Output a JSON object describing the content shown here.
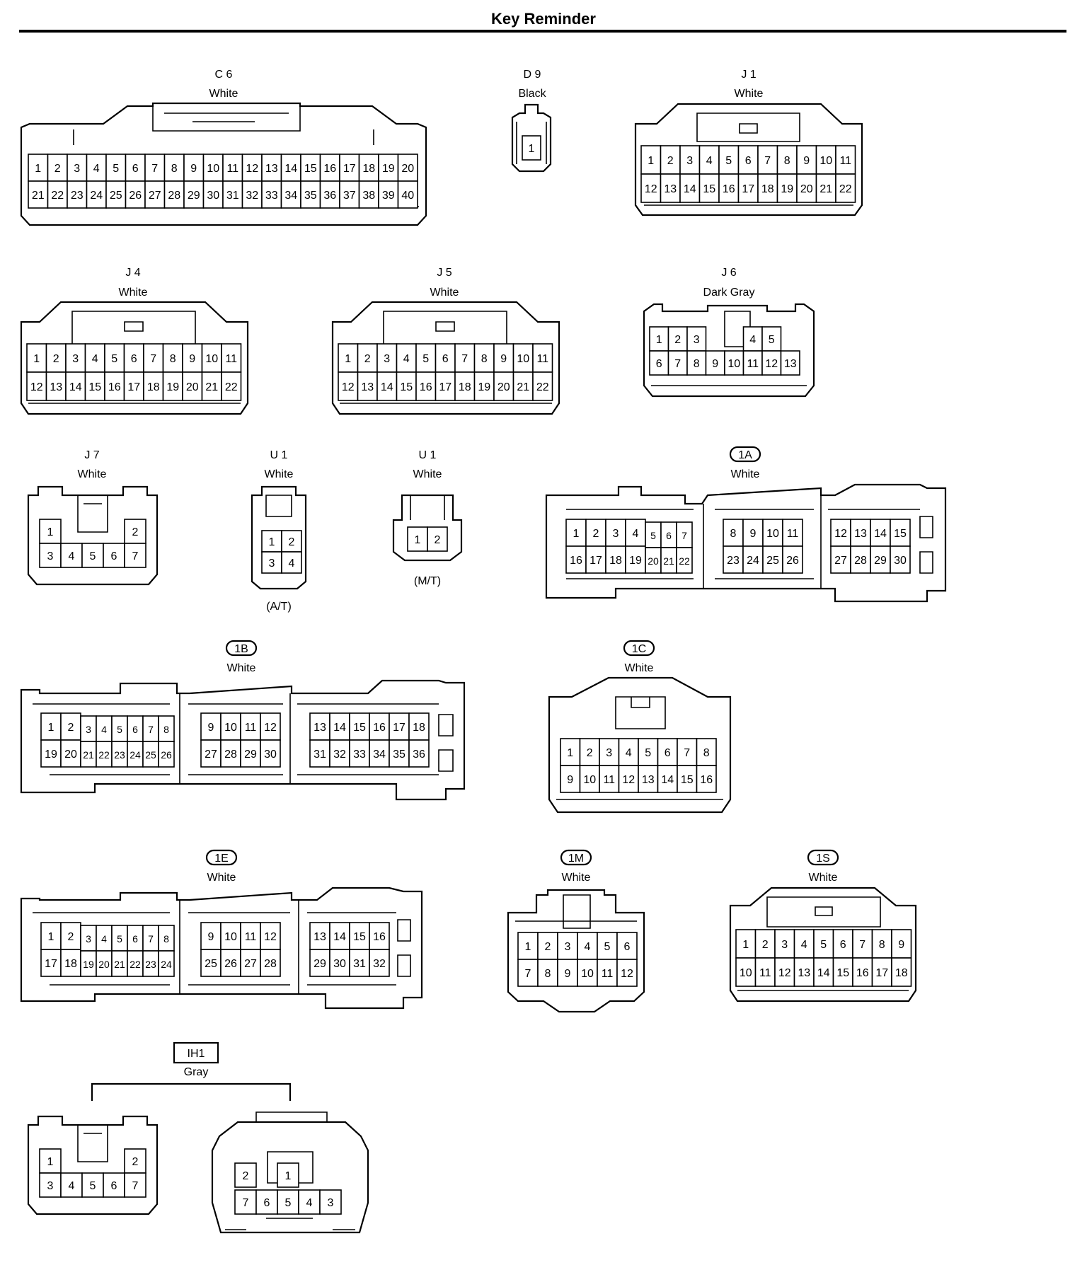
{
  "title": "Key Reminder",
  "connectors": {
    "c6": {
      "code": "C 6",
      "color": "White"
    },
    "d9": {
      "code": "D 9",
      "color": "Black"
    },
    "j1": {
      "code": "J 1",
      "color": "White"
    },
    "j4": {
      "code": "J 4",
      "color": "White"
    },
    "j5": {
      "code": "J 5",
      "color": "White"
    },
    "j6": {
      "code": "J 6",
      "color": "Dark Gray"
    },
    "j7": {
      "code": "J 7",
      "color": "White"
    },
    "u1at": {
      "code": "U 1",
      "color": "White",
      "note": "(A/T)"
    },
    "u1mt": {
      "code": "U 1",
      "color": "White",
      "note": "(M/T)"
    },
    "c1a": {
      "code": "1A",
      "color": "White"
    },
    "c1b": {
      "code": "1B",
      "color": "White"
    },
    "c1c": {
      "code": "1C",
      "color": "White"
    },
    "c1e": {
      "code": "1E",
      "color": "White"
    },
    "c1m": {
      "code": "1M",
      "color": "White"
    },
    "c1s": {
      "code": "1S",
      "color": "White"
    },
    "ih1": {
      "code": "IH1",
      "color": "Gray"
    }
  },
  "pins": {
    "c6": [
      [
        "1",
        "2",
        "3",
        "4",
        "5",
        "6",
        "7",
        "8",
        "9",
        "10",
        "11",
        "12",
        "13",
        "14",
        "15",
        "16",
        "17",
        "18",
        "19",
        "20"
      ],
      [
        "21",
        "22",
        "23",
        "24",
        "25",
        "26",
        "27",
        "28",
        "29",
        "30",
        "31",
        "32",
        "33",
        "34",
        "35",
        "36",
        "37",
        "38",
        "39",
        "40"
      ]
    ],
    "d9": [
      [
        "1"
      ]
    ],
    "j1": [
      [
        "1",
        "2",
        "3",
        "4",
        "5",
        "6",
        "7",
        "8",
        "9",
        "10",
        "11"
      ],
      [
        "12",
        "13",
        "14",
        "15",
        "16",
        "17",
        "18",
        "19",
        "20",
        "21",
        "22"
      ]
    ],
    "j4": [
      [
        "1",
        "2",
        "3",
        "4",
        "5",
        "6",
        "7",
        "8",
        "9",
        "10",
        "11"
      ],
      [
        "12",
        "13",
        "14",
        "15",
        "16",
        "17",
        "18",
        "19",
        "20",
        "21",
        "22"
      ]
    ],
    "j5": [
      [
        "1",
        "2",
        "3",
        "4",
        "5",
        "6",
        "7",
        "8",
        "9",
        "10",
        "11"
      ],
      [
        "12",
        "13",
        "14",
        "15",
        "16",
        "17",
        "18",
        "19",
        "20",
        "21",
        "22"
      ]
    ],
    "j6": [
      [
        "1",
        "2",
        "3",
        "",
        "",
        "4",
        "5"
      ],
      [
        "6",
        "7",
        "8",
        "9",
        "10",
        "11",
        "12",
        "13"
      ]
    ],
    "j7": [
      [
        "1",
        "",
        "",
        "",
        "2"
      ],
      [
        "3",
        "4",
        "5",
        "6",
        "7"
      ]
    ],
    "u1at": [
      [
        "1",
        "2"
      ],
      [
        "3",
        "4"
      ]
    ],
    "u1mt": [
      [
        "1",
        "2"
      ]
    ],
    "c1a": {
      "g1": [
        [
          "1",
          "2",
          "3",
          "4"
        ],
        [
          "16",
          "17",
          "18",
          "19"
        ]
      ],
      "g1b": [
        [
          "5",
          "6",
          "7"
        ],
        [
          "20",
          "21",
          "22"
        ]
      ],
      "g2": [
        [
          "8",
          "9",
          "10",
          "11"
        ],
        [
          "23",
          "24",
          "25",
          "26"
        ]
      ],
      "g3": [
        [
          "12",
          "13",
          "14",
          "15"
        ],
        [
          "27",
          "28",
          "29",
          "30"
        ]
      ]
    },
    "c1b": {
      "g1": [
        [
          "1",
          "2"
        ],
        [
          "19",
          "20"
        ]
      ],
      "g1b": [
        [
          "3",
          "4",
          "5",
          "6",
          "7",
          "8"
        ],
        [
          "21",
          "22",
          "23",
          "24",
          "25",
          "26"
        ]
      ],
      "g2": [
        [
          "9",
          "10",
          "11",
          "12"
        ],
        [
          "27",
          "28",
          "29",
          "30"
        ]
      ],
      "g3": [
        [
          "13",
          "14",
          "15",
          "16",
          "17",
          "18"
        ],
        [
          "31",
          "32",
          "33",
          "34",
          "35",
          "36"
        ]
      ]
    },
    "c1c": [
      [
        "1",
        "2",
        "3",
        "4",
        "5",
        "6",
        "7",
        "8"
      ],
      [
        "9",
        "10",
        "11",
        "12",
        "13",
        "14",
        "15",
        "16"
      ]
    ],
    "c1e": {
      "g1": [
        [
          "1",
          "2"
        ],
        [
          "17",
          "18"
        ]
      ],
      "g1b": [
        [
          "3",
          "4",
          "5",
          "6",
          "7",
          "8"
        ],
        [
          "19",
          "20",
          "21",
          "22",
          "23",
          "24"
        ]
      ],
      "g2": [
        [
          "9",
          "10",
          "11",
          "12"
        ],
        [
          "25",
          "26",
          "27",
          "28"
        ]
      ],
      "g3": [
        [
          "13",
          "14",
          "15",
          "16"
        ],
        [
          "29",
          "30",
          "31",
          "32"
        ]
      ]
    },
    "c1m": [
      [
        "1",
        "2",
        "3",
        "4",
        "5",
        "6"
      ],
      [
        "7",
        "8",
        "9",
        "10",
        "11",
        "12"
      ]
    ],
    "c1s": [
      [
        "1",
        "2",
        "3",
        "4",
        "5",
        "6",
        "7",
        "8",
        "9"
      ],
      [
        "10",
        "11",
        "12",
        "13",
        "14",
        "15",
        "16",
        "17",
        "18"
      ]
    ],
    "ih1a": [
      [
        "1",
        "",
        "",
        "",
        "2"
      ],
      [
        "3",
        "4",
        "5",
        "6",
        "7"
      ]
    ],
    "ih1b": [
      [
        "2",
        "",
        "1"
      ],
      [
        "7",
        "6",
        "5",
        "4",
        "3"
      ]
    ]
  }
}
